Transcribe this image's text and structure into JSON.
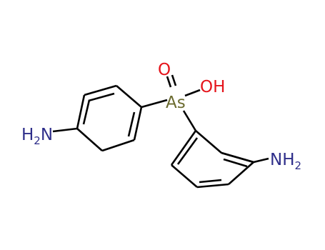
{
  "molecule": {
    "atoms": {
      "left_amine": {
        "main": "H",
        "sub": "2",
        "tail": "N"
      },
      "right_amine": {
        "main": "NH",
        "sub": "2"
      },
      "arsenic": {
        "text": "As"
      },
      "oxo": {
        "text": "O"
      },
      "hydroxyl": {
        "text": "OH"
      }
    },
    "colors": {
      "bond": "#000000",
      "nitrogen": "#2e2e8a",
      "oxygen": "#e5141b",
      "arsenic": "#6b6b2f"
    }
  }
}
